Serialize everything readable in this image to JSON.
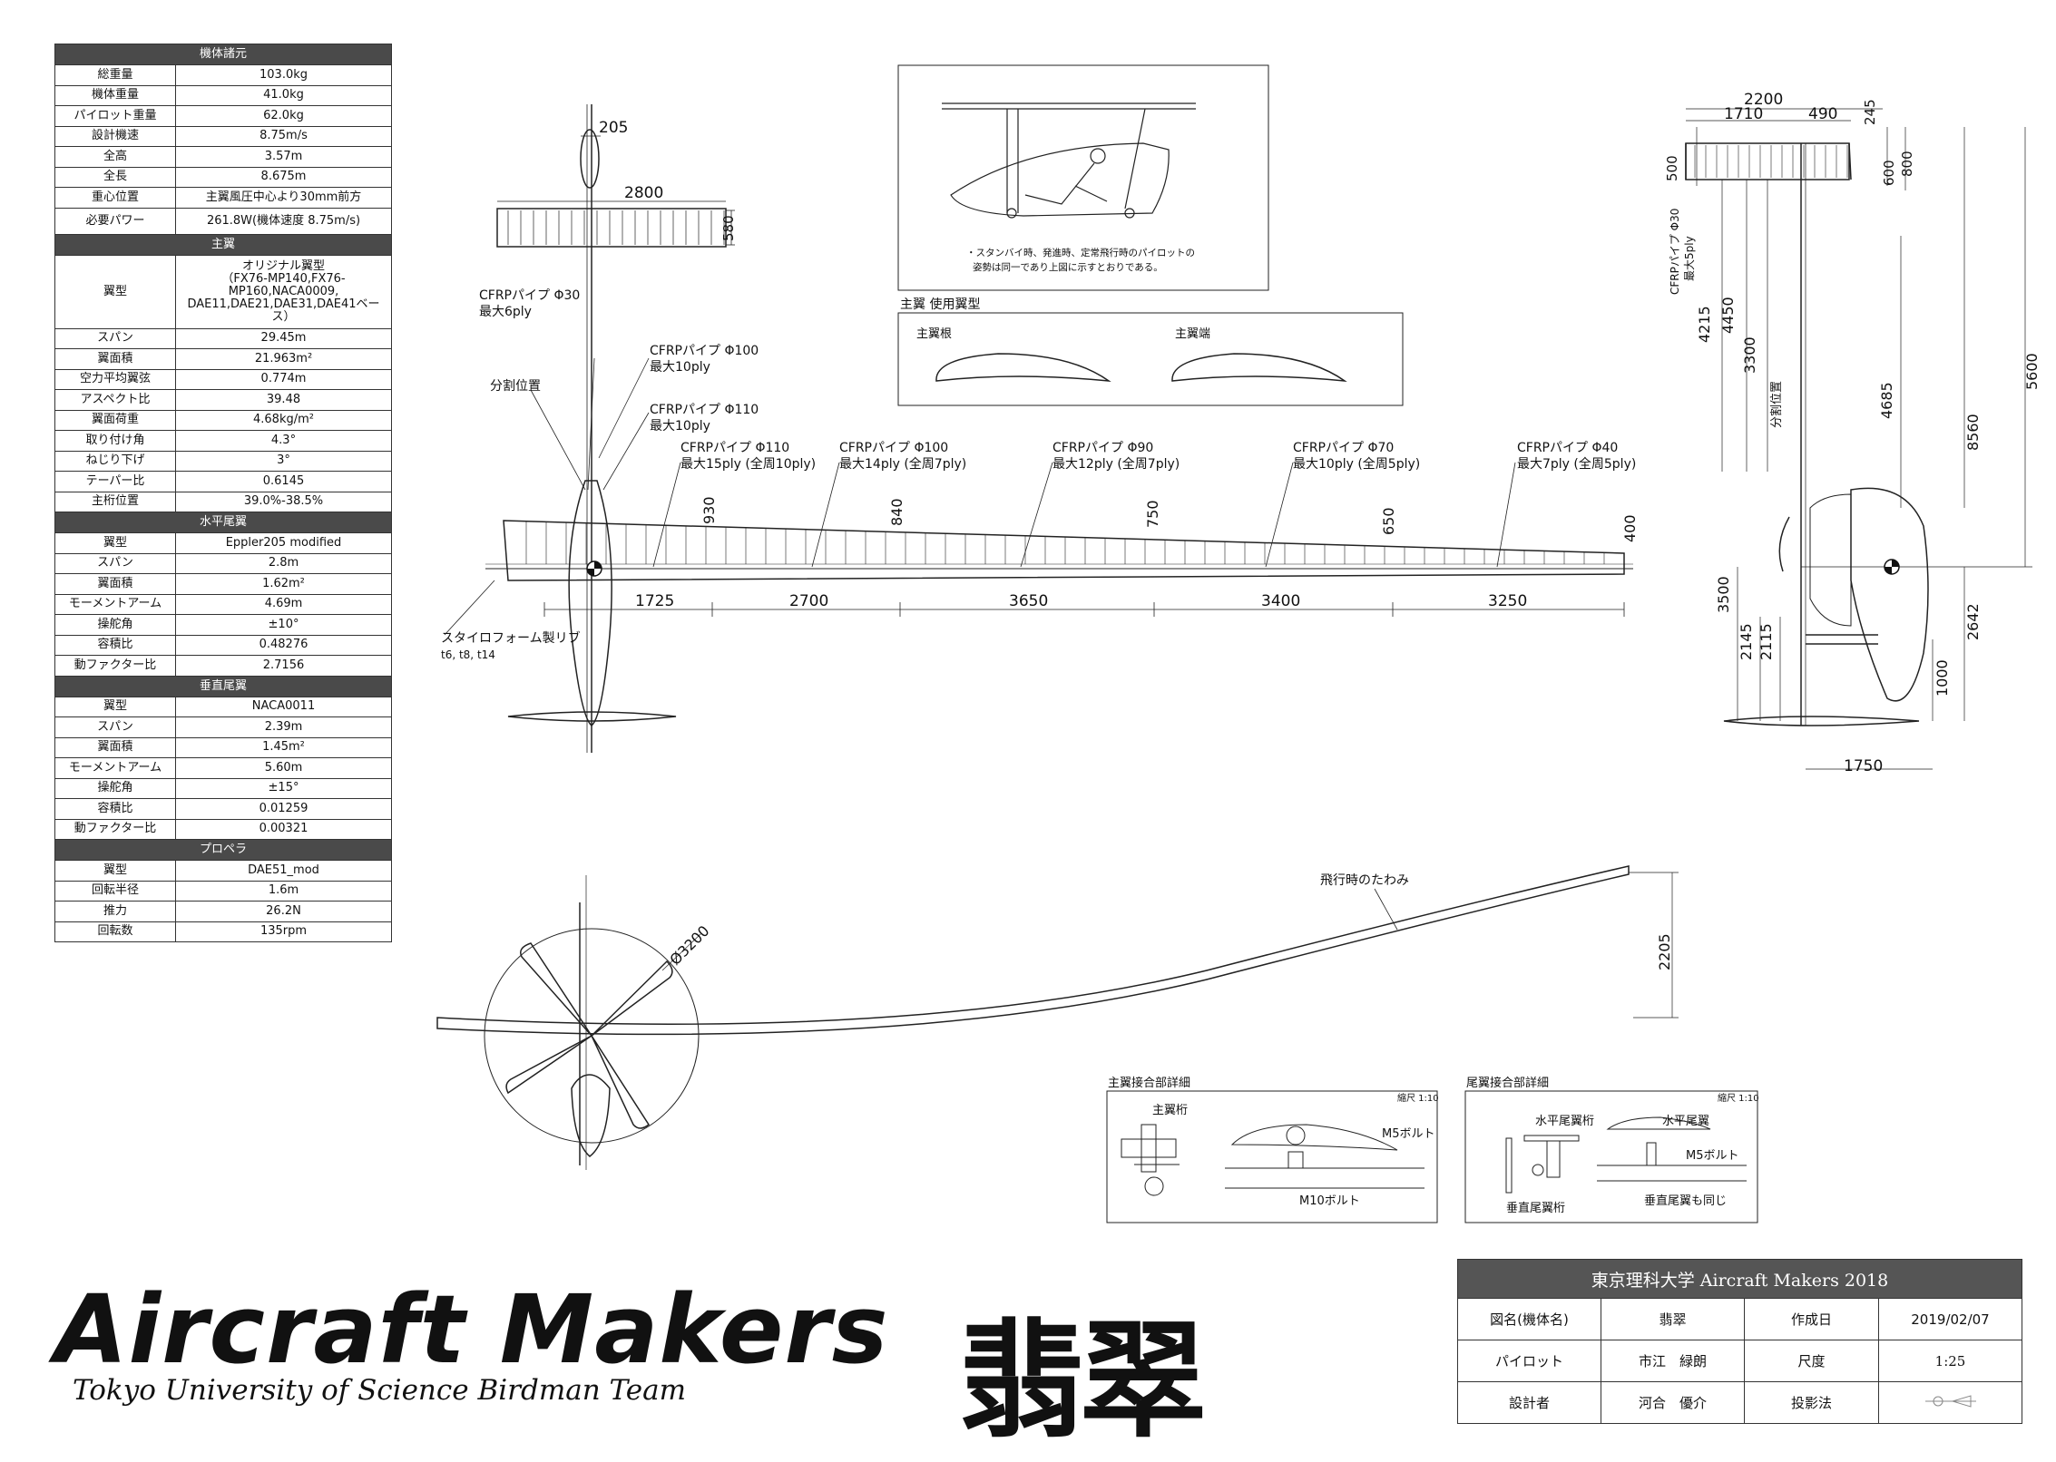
{
  "spec": {
    "rows": [
      {
        "section": "機体諸元"
      },
      {
        "k": "総重量",
        "v": "103.0kg"
      },
      {
        "k": "機体重量",
        "v": "41.0kg"
      },
      {
        "k": "パイロット重量",
        "v": "62.0kg"
      },
      {
        "k": "設計機速",
        "v": "8.75m/s"
      },
      {
        "k": "全高",
        "v": "3.57m"
      },
      {
        "k": "全長",
        "v": "8.675m"
      },
      {
        "k": "重心位置",
        "v": "主翼風圧中心より30mm前方"
      },
      {
        "k": "必要パワー",
        "v": "261.8W(機体速度 8.75m/s)",
        "cls": "mid"
      },
      {
        "section": "主翼"
      },
      {
        "k": "翼型",
        "v": "オリジナル翼型\n（FX76-MP140,FX76-MP160,NACA0009,\nDAE11,DAE21,DAE31,DAE41ベース）",
        "cls": "tall"
      },
      {
        "k": "スパン",
        "v": "29.45m"
      },
      {
        "k": "翼面積",
        "v": "21.963m²"
      },
      {
        "k": "空力平均翼弦",
        "v": "0.774m"
      },
      {
        "k": "アスペクト比",
        "v": "39.48"
      },
      {
        "k": "翼面荷重",
        "v": "4.68kg/m²"
      },
      {
        "k": "取り付け角",
        "v": "4.3°"
      },
      {
        "k": "ねじり下げ",
        "v": "3°"
      },
      {
        "k": "テーパー比",
        "v": "0.6145"
      },
      {
        "k": "主桁位置",
        "v": "39.0%-38.5%"
      },
      {
        "section": "水平尾翼"
      },
      {
        "k": "翼型",
        "v": "Eppler205 modified"
      },
      {
        "k": "スパン",
        "v": "2.8m"
      },
      {
        "k": "翼面積",
        "v": "1.62m²"
      },
      {
        "k": "モーメントアーム",
        "v": "4.69m"
      },
      {
        "k": "操舵角",
        "v": "±10°"
      },
      {
        "k": "容積比",
        "v": "0.48276"
      },
      {
        "k": "動ファクター比",
        "v": "2.7156"
      },
      {
        "section": "垂直尾翼"
      },
      {
        "k": "翼型",
        "v": "NACA0011"
      },
      {
        "k": "スパン",
        "v": "2.39m"
      },
      {
        "k": "翼面積",
        "v": "1.45m²"
      },
      {
        "k": "モーメントアーム",
        "v": "5.60m"
      },
      {
        "k": "操舵角",
        "v": "±15°"
      },
      {
        "k": "容積比",
        "v": "0.01259"
      },
      {
        "k": "動ファクター比",
        "v": "0.00321"
      },
      {
        "section": "プロペラ"
      },
      {
        "k": "翼型",
        "v": "DAE51_mod"
      },
      {
        "k": "回転半径",
        "v": "1.6m"
      },
      {
        "k": "推力",
        "v": "26.2N"
      },
      {
        "k": "回転数",
        "v": "135rpm"
      }
    ]
  },
  "labels": {
    "d205": "205",
    "d2800": "2800",
    "d580": "580",
    "cfrp30": "CFRPパイプ Φ30",
    "cfrp30_ply": "最大6ply",
    "cfrp100a": "CFRPパイプ Φ100",
    "cfrp100a_ply": "最大10ply",
    "split": "分割位置",
    "cfrp110a": "CFRPパイプ Φ110",
    "cfrp110a_ply": "最大10ply",
    "cfrp110b": "CFRPパイプ Φ110",
    "cfrp110b_ply": "最大15ply (全周10ply)",
    "cfrp100b": "CFRPパイプ Φ100",
    "cfrp100b_ply": "最大14ply (全周7ply)",
    "cfrp90": "CFRPパイプ Φ90",
    "cfrp90_ply": "最大12ply (全周7ply)",
    "cfrp70": "CFRPパイプ Φ70",
    "cfrp70_ply": "最大10ply (全周5ply)",
    "cfrp40": "CFRPパイプ Φ40",
    "cfrp40_ply": "最大7ply (全周5ply)",
    "h930": "930",
    "h840": "840",
    "h750": "750",
    "h650": "650",
    "h400": "400",
    "s1725": "1725",
    "s2700": "2700",
    "s3650": "3650",
    "s3400": "3400",
    "s3250": "3250",
    "rib": "スタイロフォーム製リブ",
    "rib_t": "t6, t8, t14",
    "standby_note1": "・スタンバイ時、発進時、定常飛行時のパイロットの",
    "standby_note2": "姿勢は同一であり上図に示すとおりである。",
    "airfoil_title": "主翼 使用翼型",
    "airfoil_root": "主翼根",
    "airfoil_tip": "主翼端",
    "r2200": "2200",
    "r1710": "1710",
    "r490": "490",
    "r245": "245",
    "r500": "500",
    "r600": "600",
    "r800": "800",
    "r_cfrp": "CFRPパイプ Φ30",
    "r_cfrp_ply": "最大5ply",
    "r4215": "4215",
    "r4450": "4450",
    "r3300": "3300",
    "r_split": "分割位置",
    "r4685": "4685",
    "r5600": "5600",
    "r8560": "8560",
    "r3500": "3500",
    "r2145": "2145",
    "r2115": "2115",
    "r2642": "2642",
    "r1000": "1000",
    "r1750": "1750",
    "deflect": "飛行時のたわみ",
    "d2205": "2205",
    "d3200": "Ø3200",
    "joint_main_title": "主翼接合部詳細",
    "joint_main_scale": "縮尺 1:10",
    "joint_main_spar": "主翼桁",
    "joint_main_m5": "M5ボルト",
    "joint_main_m10": "M10ボルト",
    "joint_tail_title": "尾翼接合部詳細",
    "joint_tail_scale": "縮尺 1:10",
    "joint_tail_hspar": "水平尾翼桁",
    "joint_tail_h": "水平尾翼",
    "joint_tail_m5": "M5ボルト",
    "joint_tail_vspar": "垂直尾翼桁",
    "joint_tail_same": "垂直尾翼も同じ"
  },
  "logo": {
    "title": "Aircraft Makers",
    "subtitle": "Tokyo University of Science  Birdman Team"
  },
  "plane_name": "翡翠",
  "title_block": {
    "header": "東京理科大学 Aircraft Makers 2018",
    "rows": [
      [
        "図名(機体名)",
        "翡翠",
        "作成日",
        "2019/02/07"
      ],
      [
        "パイロット",
        "市江　緑朗",
        "尺度",
        "1:25"
      ],
      [
        "設計者",
        "河合　優介",
        "投影法",
        ""
      ]
    ]
  },
  "icons": {
    "projection": "third-angle-projection-icon",
    "cg": "center-of-gravity-icon"
  }
}
